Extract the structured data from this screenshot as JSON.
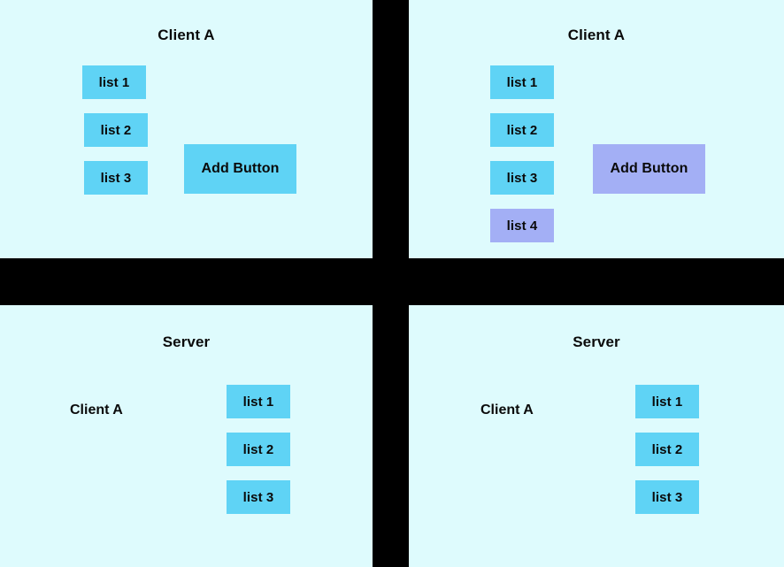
{
  "colors": {
    "panel_background": "#defbfd",
    "gutter": "#000000",
    "box_blue": "#5fd3f5",
    "box_lavender": "#a3aff5",
    "text": "#0a0a0a"
  },
  "panels": {
    "top_left": {
      "title": "Client A",
      "lists": [
        {
          "label": "list 1",
          "color": "blue"
        },
        {
          "label": "list 2",
          "color": "blue"
        },
        {
          "label": "list 3",
          "color": "blue"
        }
      ],
      "add_button": {
        "label": "Add Button",
        "color": "blue"
      }
    },
    "top_right": {
      "title": "Client A",
      "lists": [
        {
          "label": "list 1",
          "color": "blue"
        },
        {
          "label": "list 2",
          "color": "blue"
        },
        {
          "label": "list 3",
          "color": "blue"
        },
        {
          "label": "list 4",
          "color": "lavender"
        }
      ],
      "add_button": {
        "label": "Add Button",
        "color": "lavender"
      },
      "cursor": {
        "icon": "click-cursor-icon"
      }
    },
    "bottom_left": {
      "title": "Server",
      "client_label": "Client A",
      "lists": [
        {
          "label": "list 1",
          "color": "blue"
        },
        {
          "label": "list 2",
          "color": "blue"
        },
        {
          "label": "list 3",
          "color": "blue"
        }
      ]
    },
    "bottom_right": {
      "title": "Server",
      "client_label": "Client A",
      "lists": [
        {
          "label": "list 1",
          "color": "blue"
        },
        {
          "label": "list 2",
          "color": "blue"
        },
        {
          "label": "list 3",
          "color": "blue"
        }
      ]
    }
  }
}
